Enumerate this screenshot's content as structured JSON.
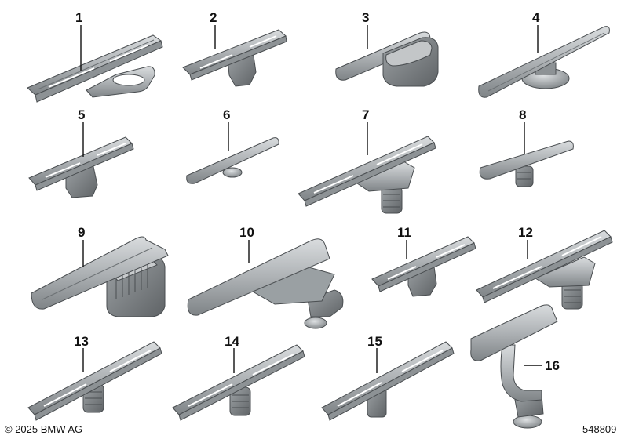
{
  "diagram": {
    "parts": [
      {
        "label": "1"
      },
      {
        "label": "2"
      },
      {
        "label": "3"
      },
      {
        "label": "4"
      },
      {
        "label": "5"
      },
      {
        "label": "6"
      },
      {
        "label": "7"
      },
      {
        "label": "8"
      },
      {
        "label": "9"
      },
      {
        "label": "10"
      },
      {
        "label": "11"
      },
      {
        "label": "12"
      },
      {
        "label": "13"
      },
      {
        "label": "14"
      },
      {
        "label": "15"
      },
      {
        "label": "16"
      }
    ]
  },
  "footer": {
    "copyright": "© 2025 BMW AG",
    "diagram_number": "548809"
  },
  "colors": {
    "part_fill": "#a9adb0",
    "part_dark": "#7d8285",
    "part_light": "#d3d6d8",
    "stroke": "#4a4e51",
    "label": "#111111"
  }
}
